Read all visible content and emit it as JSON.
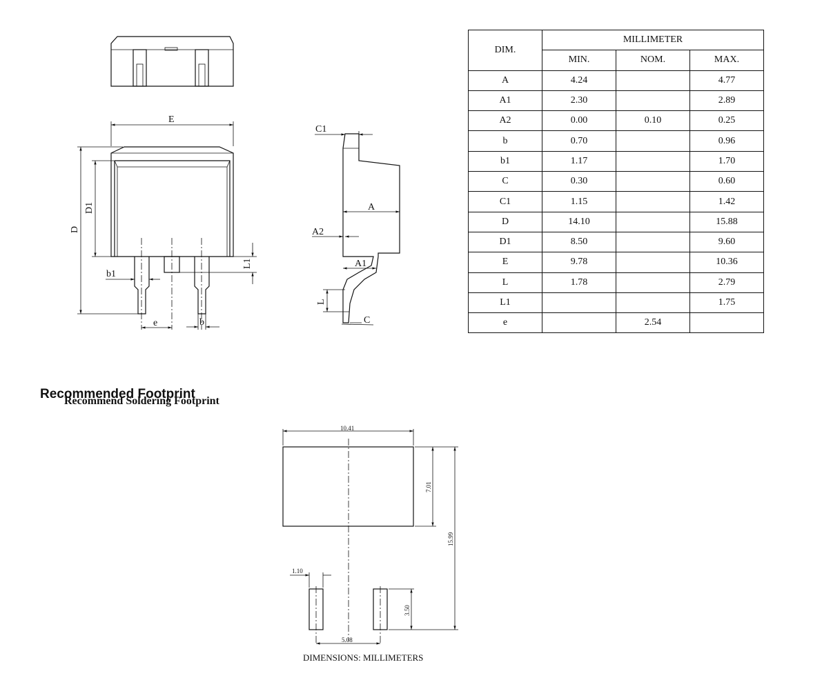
{
  "drawing": {
    "labels": {
      "E": "E",
      "D": "D",
      "D1": "D1",
      "b1": "b1",
      "e": "e",
      "b": "b",
      "L1": "L1",
      "C1": "C1",
      "A": "A",
      "A2": "A2",
      "A1": "A1",
      "L": "L",
      "C": "C"
    }
  },
  "table": {
    "header_dim": "DIM.",
    "header_group": "MILLIMETER",
    "header_min": "MIN.",
    "header_nom": "NOM.",
    "header_max": "MAX.",
    "rows": [
      {
        "dim": "A",
        "min": "4.24",
        "nom": "",
        "max": "4.77"
      },
      {
        "dim": "A1",
        "min": "2.30",
        "nom": "",
        "max": "2.89"
      },
      {
        "dim": "A2",
        "min": "0.00",
        "nom": "0.10",
        "max": "0.25"
      },
      {
        "dim": "b",
        "min": "0.70",
        "nom": "",
        "max": "0.96"
      },
      {
        "dim": "b1",
        "min": "1.17",
        "nom": "",
        "max": "1.70"
      },
      {
        "dim": "C",
        "min": "0.30",
        "nom": "",
        "max": "0.60"
      },
      {
        "dim": "C1",
        "min": "1.15",
        "nom": "",
        "max": "1.42"
      },
      {
        "dim": "D",
        "min": "14.10",
        "nom": "",
        "max": "15.88"
      },
      {
        "dim": "D1",
        "min": "8.50",
        "nom": "",
        "max": "9.60"
      },
      {
        "dim": "E",
        "min": "9.78",
        "nom": "",
        "max": "10.36"
      },
      {
        "dim": "L",
        "min": "1.78",
        "nom": "",
        "max": "2.79"
      },
      {
        "dim": "L1",
        "min": "",
        "nom": "",
        "max": "1.75"
      },
      {
        "dim": "e",
        "min": "",
        "nom": "2.54",
        "max": ""
      }
    ]
  },
  "footprint": {
    "title": "Recommended Footprint",
    "subtitle": "Recommend Soldering Footprint",
    "dim_width": "10.41",
    "dim_pad_height": "7.01",
    "dim_total_height": "15.99",
    "dim_lead_width": "1.10",
    "dim_lead_height": "3.50",
    "dim_pitch": "5.08",
    "note": "DIMENSIONS: MILLIMETERS"
  }
}
